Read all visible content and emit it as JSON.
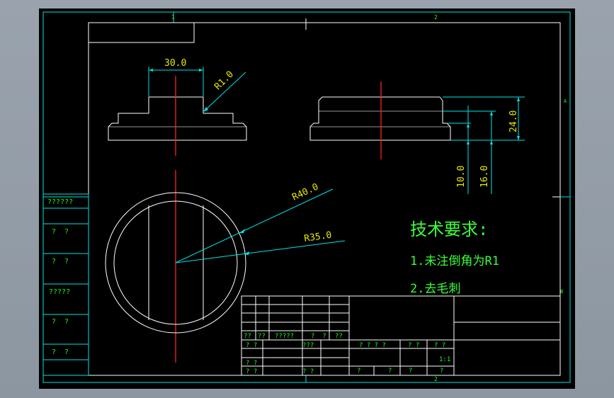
{
  "frame": {
    "zone_top_1": "1",
    "zone_top_2": "2",
    "zone_bottom_2": "2",
    "zone_right_a": "A",
    "zone_right_b": "B"
  },
  "dimensions": {
    "width_30": "30.0",
    "radius_r1": "R1.0",
    "height_24": "24.0",
    "height_10": "10.0",
    "height_16": "16.0",
    "radius_r40": "R40.0",
    "radius_r35": "R35.0"
  },
  "notes": {
    "heading": "技术要求:",
    "line1": "1.未注倒角为R1",
    "line2": "2.去毛刺"
  },
  "side_stamp": [
    "??????",
    "?  ?",
    "?  ?",
    "?????",
    "?  ?",
    "?  ?"
  ],
  "title_block": {
    "r1c1": "??",
    "r1c2": "??",
    "r1c3": "?????",
    "r1c4": "?  ?",
    "r1c5": "??",
    "r2c1": "? ?",
    "r2c2": "???",
    "r3c1": "? ?",
    "r4c1": "? ?",
    "r4c2": "? ?",
    "mid1": "? ? ? ?",
    "mid2": "? ?",
    "mid3": "? ?",
    "scale": "1:1",
    "q1": "?",
    "q2": "?",
    "q3": "?",
    "q4": "?"
  },
  "colors": {
    "background": "#000000",
    "frame": "#00e5e5",
    "outline": "#ffffff",
    "centerline": "#ff2020",
    "text": "#1bff1b"
  }
}
